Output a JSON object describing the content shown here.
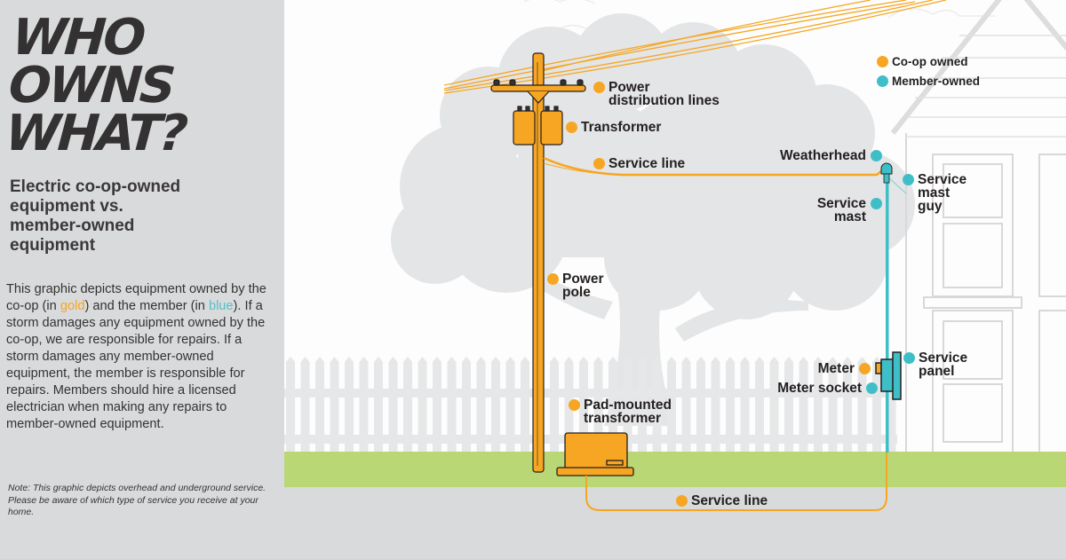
{
  "sidebar": {
    "title_lines": [
      "WHO",
      "OWNS",
      "WHAT?"
    ],
    "subtitle_lines": [
      "Electric co-op-owned",
      "equipment vs.",
      "member-owned",
      "equipment"
    ],
    "body": {
      "part1": "This graphic depicts equipment owned by the co-op (in ",
      "gold_word": "gold",
      "part2": ") and the member (in ",
      "blue_word": "blue",
      "part3": "). If a storm damages any equipment owned by the co-op, we are responsible for repairs. If a storm damages any member-owned equipment, the member is responsible for repairs. Members should hire a licensed electrician when making any repairs to member-owned equipment."
    },
    "note": "Note: This graphic depicts overhead and underground service. Please be aware of which type of service you receive at your home."
  },
  "legend": {
    "coop": {
      "label": "Co-op owned",
      "color": "#f6a623"
    },
    "member": {
      "label": "Member-owned",
      "color": "#3ebfc8"
    }
  },
  "labels": {
    "power_distribution_lines": {
      "lines": [
        "Power",
        "distribution lines"
      ],
      "owner": "coop"
    },
    "transformer": {
      "lines": [
        "Transformer"
      ],
      "owner": "coop"
    },
    "service_line_overhead": {
      "lines": [
        "Service line"
      ],
      "owner": "coop"
    },
    "power_pole": {
      "lines": [
        "Power",
        "pole"
      ],
      "owner": "coop"
    },
    "pad_mounted_transformer": {
      "lines": [
        "Pad-mounted",
        "transformer"
      ],
      "owner": "coop"
    },
    "service_line_underground": {
      "lines": [
        "Service line"
      ],
      "owner": "coop"
    },
    "weatherhead": {
      "lines": [
        "Weatherhead"
      ],
      "owner": "member"
    },
    "service_mast": {
      "lines": [
        "Service",
        "mast"
      ],
      "owner": "member"
    },
    "service_mast_guy": {
      "lines": [
        "Service",
        "mast",
        "guy"
      ],
      "owner": "member"
    },
    "meter": {
      "lines": [
        "Meter"
      ],
      "owner": "coop"
    },
    "meter_socket": {
      "lines": [
        "Meter socket"
      ],
      "owner": "member"
    },
    "service_panel": {
      "lines": [
        "Service",
        "panel"
      ],
      "owner": "member"
    }
  },
  "colors": {
    "gold": "#f6a623",
    "blue": "#3ebfc8",
    "grass": "#b9d774",
    "sidebar_bg": "#d9dadb",
    "tree_gray": "#e4e5e6"
  }
}
